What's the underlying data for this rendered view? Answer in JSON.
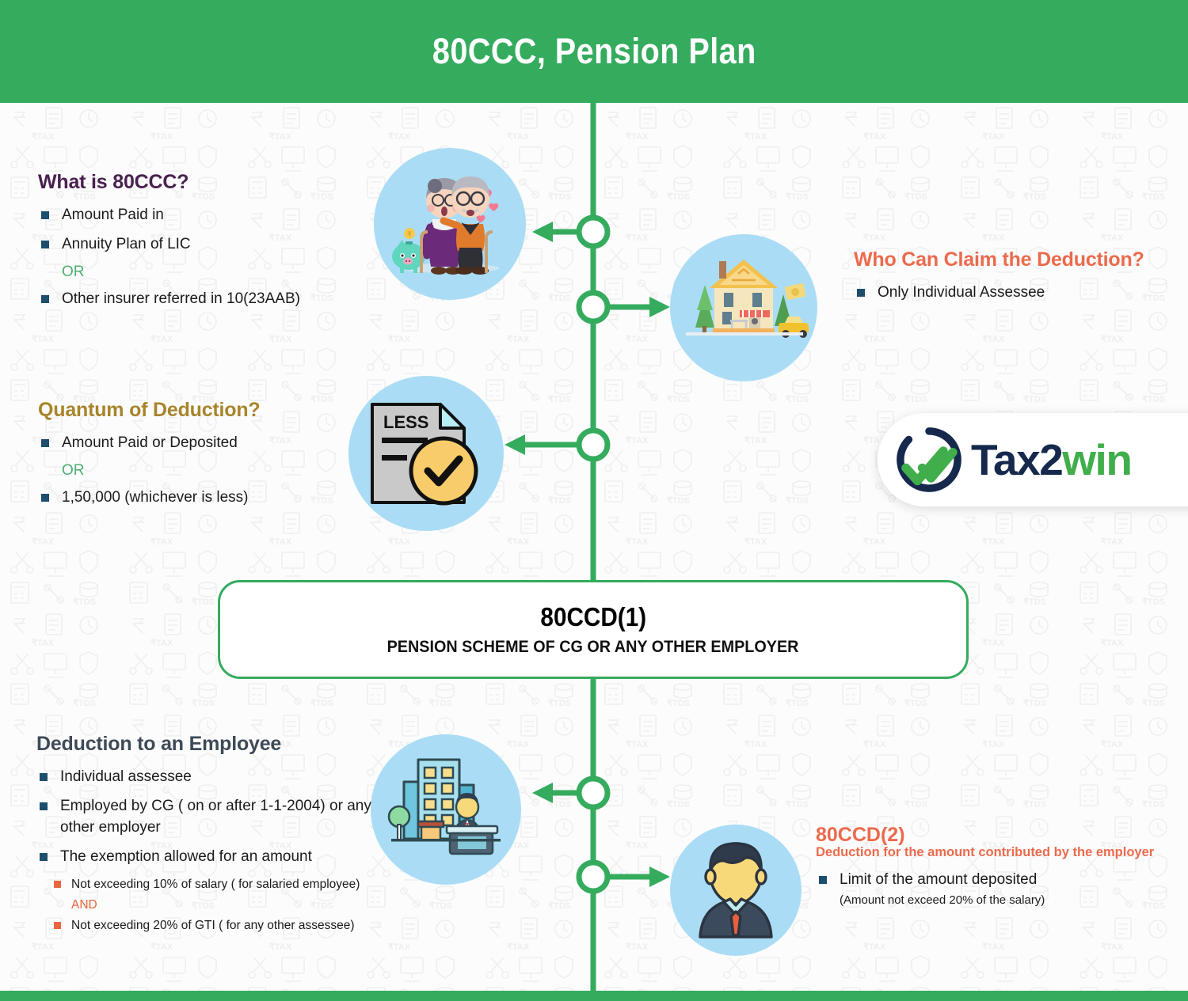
{
  "header": {
    "title": "80CCC, Pension Plan",
    "bg_color": "#35ab5e"
  },
  "colors": {
    "green": "#35ab5e",
    "purple": "#4a2150",
    "gold": "#a8852b",
    "orange": "#ec6a4c",
    "slate": "#3e4a56",
    "bullet_navy": "#1d4e6e",
    "bullet_orange": "#e8663f",
    "bubble_blue": "#aaddf5"
  },
  "sections": {
    "what_is": {
      "title": "What is 80CCC?",
      "bullets": [
        "Amount Paid in",
        "Annuity Plan of LIC"
      ],
      "conjunction": "OR",
      "bullets_after": [
        "Other insurer referred in 10(23AAB)"
      ]
    },
    "who_can_claim": {
      "title": "Who Can Claim the Deduction?",
      "bullets": [
        "Only Individual Assessee"
      ]
    },
    "quantum": {
      "title": "Quantum of Deduction?",
      "bullets": [
        "Amount Paid or Deposited"
      ],
      "conjunction": "OR",
      "bullets_after": [
        "1,50,000 (whichever is less)"
      ]
    },
    "ccd1_card": {
      "title": "80CCD(1)",
      "subtitle": "PENSION SCHEME OF CG OR ANY OTHER EMPLOYER"
    },
    "employee": {
      "title": "Deduction to an Employee",
      "bullets": [
        "Individual assessee",
        "Employed by CG ( on or after 1-1-2004) or any other employer",
        "The exemption allowed for an amount"
      ],
      "sub_bullets": [
        "Not exceeding 10% of salary ( for salaried employee)",
        "Not exceeding 20% of GTI ( for any other assessee)"
      ],
      "sub_conjunction": "AND"
    },
    "ccd2": {
      "title": "80CCD(2)",
      "subtitle": "Deduction for the amount contributed by the employer",
      "bullet": "Limit of the amount deposited",
      "note": "(Amount not exceed 20% of the salary)"
    }
  },
  "logo": {
    "text_dark": "Tax2",
    "text_green": "win",
    "mark": "circle-double-check-logo"
  },
  "illustrations": {
    "elderly_couple": "elderly-couple-illustration",
    "house": "house-property-illustration",
    "less_document": "less-document-check-illustration",
    "less_label": "LESS",
    "office_building": "office-building-employee-illustration",
    "businessman": "businessman-avatar-illustration"
  }
}
